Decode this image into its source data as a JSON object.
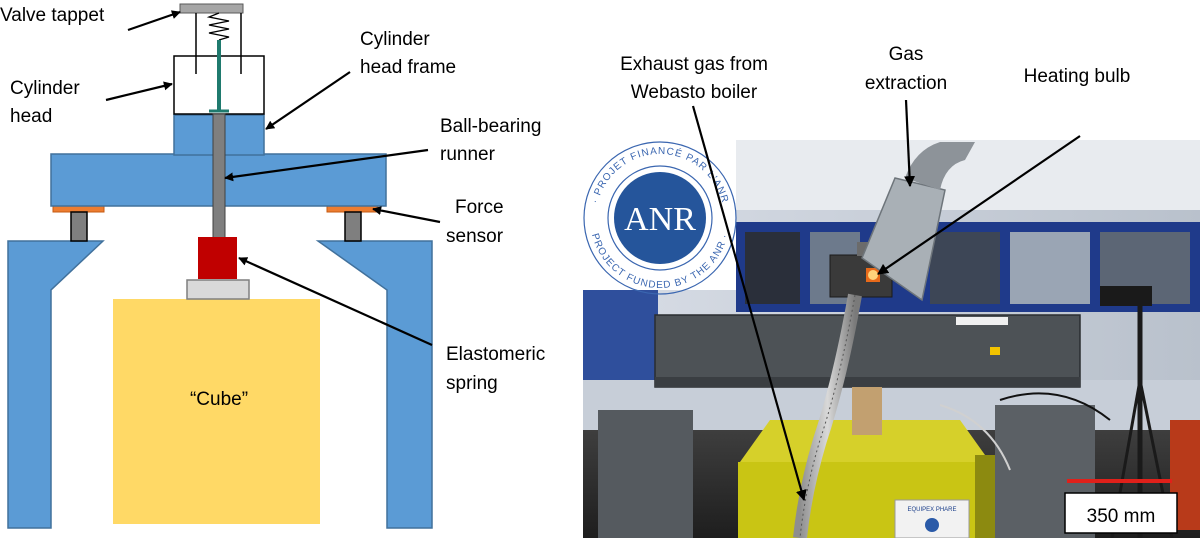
{
  "schematic": {
    "labels": {
      "valve_tappet": "Valve tappet",
      "cylinder_head_l1": "Cylinder",
      "cylinder_head_l2": "head",
      "cylinder_head_frame_l1": "Cylinder",
      "cylinder_head_frame_l2": "head frame",
      "ball_bearing_l1": "Ball-bearing",
      "ball_bearing_l2": "runner",
      "force_sensor_l1": "Force",
      "force_sensor_l2": "sensor",
      "elastomeric_l1": "Elastomeric",
      "elastomeric_l2": "spring",
      "cube": "“Cube”"
    },
    "colors": {
      "frame_blue": "#5b9bd5",
      "frame_edge": "#41719c",
      "cube_yellow": "#ffd966",
      "spring_red": "#c00000",
      "sensor_orange": "#ed7d31",
      "sensor_gray": "#7f7f7f",
      "rod_gray": "#7f7f7f",
      "valve_teal": "#1f7a6e"
    }
  },
  "photo": {
    "labels": {
      "exhaust_l1": "Exhaust gas from",
      "exhaust_l2": "Webasto boiler",
      "gas_extraction_l1": "Gas",
      "gas_extraction_l2": "extraction",
      "heating_bulb": "Heating bulb"
    },
    "anr_logo": {
      "acronym": "ANR",
      "ring_top": "· PROJET FINANCÉ PAR L'ANR",
      "ring_bottom": "PROJECT FUNDED BY THE ANR ·"
    },
    "equipex_sign": "EQUIPEX PHARE",
    "scale_bar": {
      "label": "350 mm",
      "color": "#e0201a"
    }
  }
}
